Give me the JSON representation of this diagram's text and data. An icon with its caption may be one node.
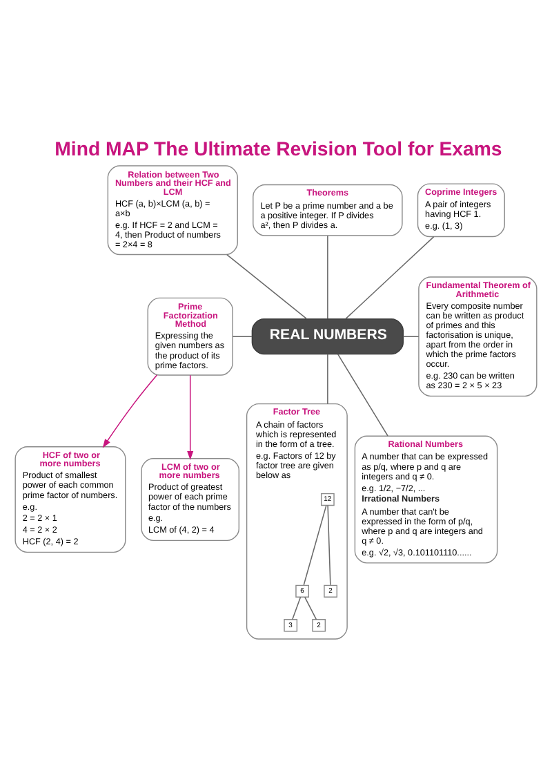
{
  "diagram": {
    "title": "Mind MAP The Ultimate Revision Tool for Exams",
    "nodes": [
      {
        "text": [
          "Relation between Two Numbers and their HCF and LCM",
          "HCF (a, b)×LCM (a, b) = a×b",
          "e.g. If HCF = 2 and LCM = 4, then Product of numbers = 2×4 = 8"
        ]
      },
      {
        "text": [
          "Theorems",
          "Let P be a prime number and a be a positive integer. If P divides a², then P divides a."
        ]
      },
      {
        "text": [
          "Coprime Integers",
          "A pair of integers having HCF 1.",
          "e.g. (1, 3)"
        ]
      },
      {
        "text": [
          "Fundamental Theorem of Arithmetic",
          "Every composite number can be written as product of primes and this factorisation is unique, apart from the order in which the prime factors occur.",
          "e.g. 230 can be written as 230 = 2 × 5 × 23"
        ]
      },
      {
        "text": [
          "Prime Factorization Method",
          "Expressing the given numbers as the product of its prime factors."
        ]
      },
      {
        "text": [
          "REAL NUMBERS"
        ]
      },
      {
        "text": [
          "HCF of two or more numbers",
          "Product of smallest power of each common prime factor of numbers.",
          "e.g.",
          "2 = 2 × 1",
          "4 = 2 × 2",
          "HCF (2, 4) = 2"
        ]
      },
      {
        "text": [
          "LCM of two or more numbers",
          "Product of greatest power of each prime factor of the numbers",
          "e.g.",
          "LCM of (4, 2) = 4"
        ]
      },
      {
        "text": [
          "Factor Tree",
          "A chain of factors which is represented in the form of a tree.",
          "e.g. Factors of 12 by factor tree are given below as"
        ]
      },
      {
        "text": [
          "12"
        ],
        "in": 8
      },
      {
        "text": [
          "6"
        ],
        "in": 8
      },
      {
        "text": [
          "2"
        ],
        "in": 8
      },
      {
        "text": [
          "3"
        ],
        "in": 8
      },
      {
        "text": [
          "2"
        ],
        "in": 8
      },
      {
        "text": [
          "Rational Numbers",
          "A number that can be expressed as p/q, where p and q are integers and q ≠ 0.",
          "e.g. 1/2, −7/2, ...",
          "Irrational Numbers",
          "A number that can't be expressed in the form of p/q, where p and q are integers and q ≠ 0.",
          "e.g. √2, √3, 0.101101110......"
        ]
      }
    ],
    "edges": [
      {
        "from": 0,
        "to": 5,
        "arrow": "none"
      },
      {
        "from": 1,
        "to": 5,
        "arrow": "none"
      },
      {
        "from": 2,
        "to": 5,
        "arrow": "none"
      },
      {
        "from": 4,
        "to": 5,
        "arrow": "none"
      },
      {
        "from": 5,
        "to": 3,
        "arrow": "none"
      },
      {
        "from": 5,
        "to": 8,
        "arrow": "none"
      },
      {
        "from": 5,
        "to": 14,
        "arrow": "none"
      },
      {
        "from": 4,
        "to": 6,
        "arrow": "to",
        "color": "#c8157e"
      },
      {
        "from": 4,
        "to": 7,
        "arrow": "to",
        "color": "#c8157e"
      },
      {
        "from": 9,
        "to": 10,
        "arrow": "none"
      },
      {
        "from": 9,
        "to": 11,
        "arrow": "none"
      },
      {
        "from": 10,
        "to": 12,
        "arrow": "none"
      },
      {
        "from": 10,
        "to": 13,
        "arrow": "none"
      }
    ]
  }
}
